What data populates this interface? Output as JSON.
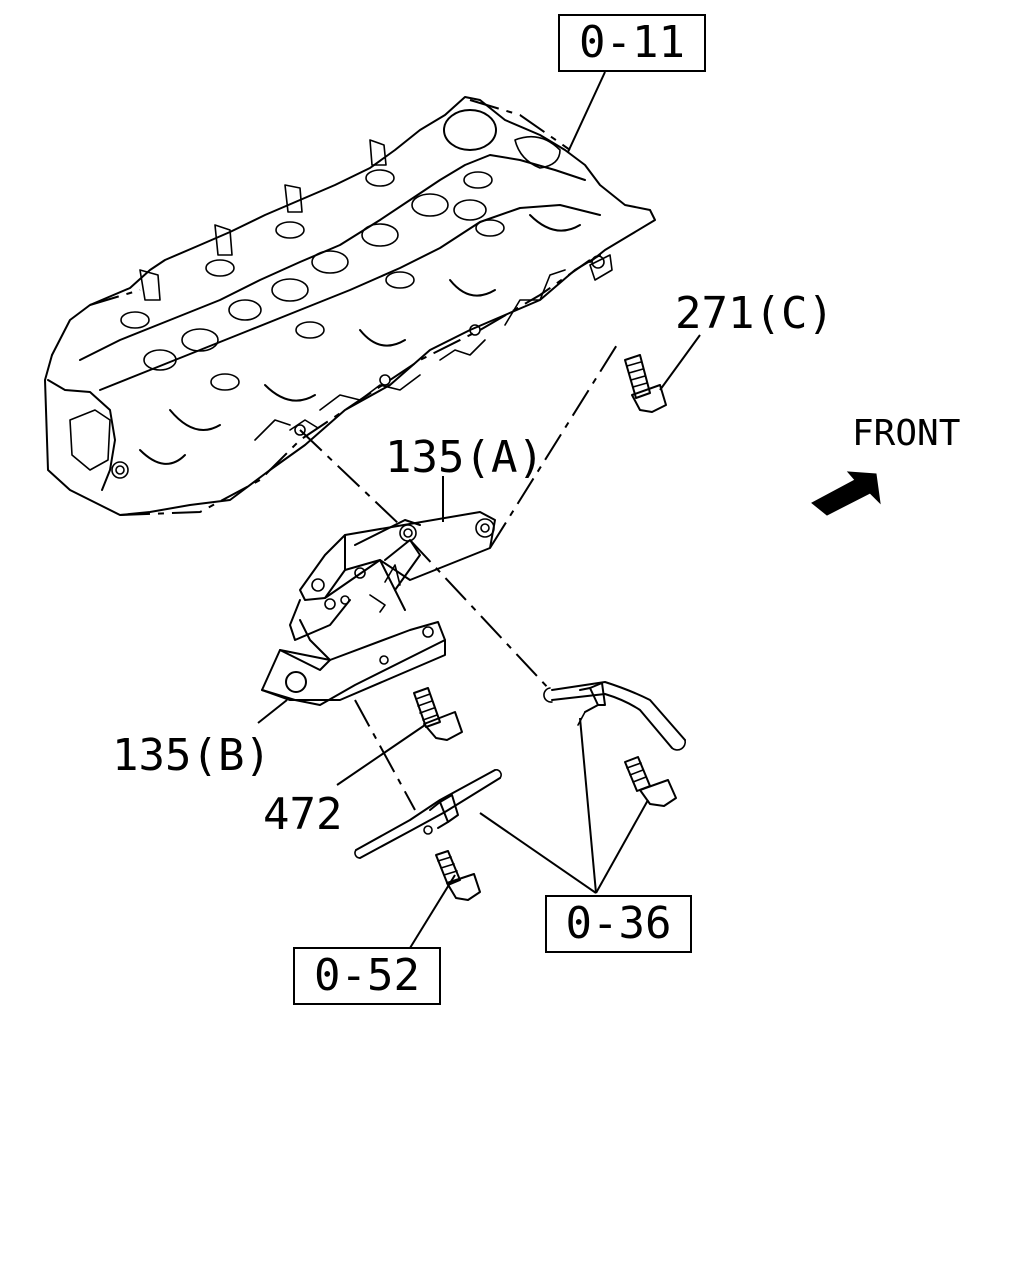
{
  "references": {
    "ref_0_11": "0-11",
    "ref_0_36": "0-36",
    "ref_0_52": "0-52"
  },
  "parts": {
    "part_271c": "271(C)",
    "part_135a": "135(A)",
    "part_135b": "135(B)",
    "part_472": "472"
  },
  "direction": {
    "front_label": "FRONT",
    "arrow_icon": "front-arrow-icon"
  },
  "colors": {
    "line": "#000000",
    "background": "#ffffff"
  }
}
